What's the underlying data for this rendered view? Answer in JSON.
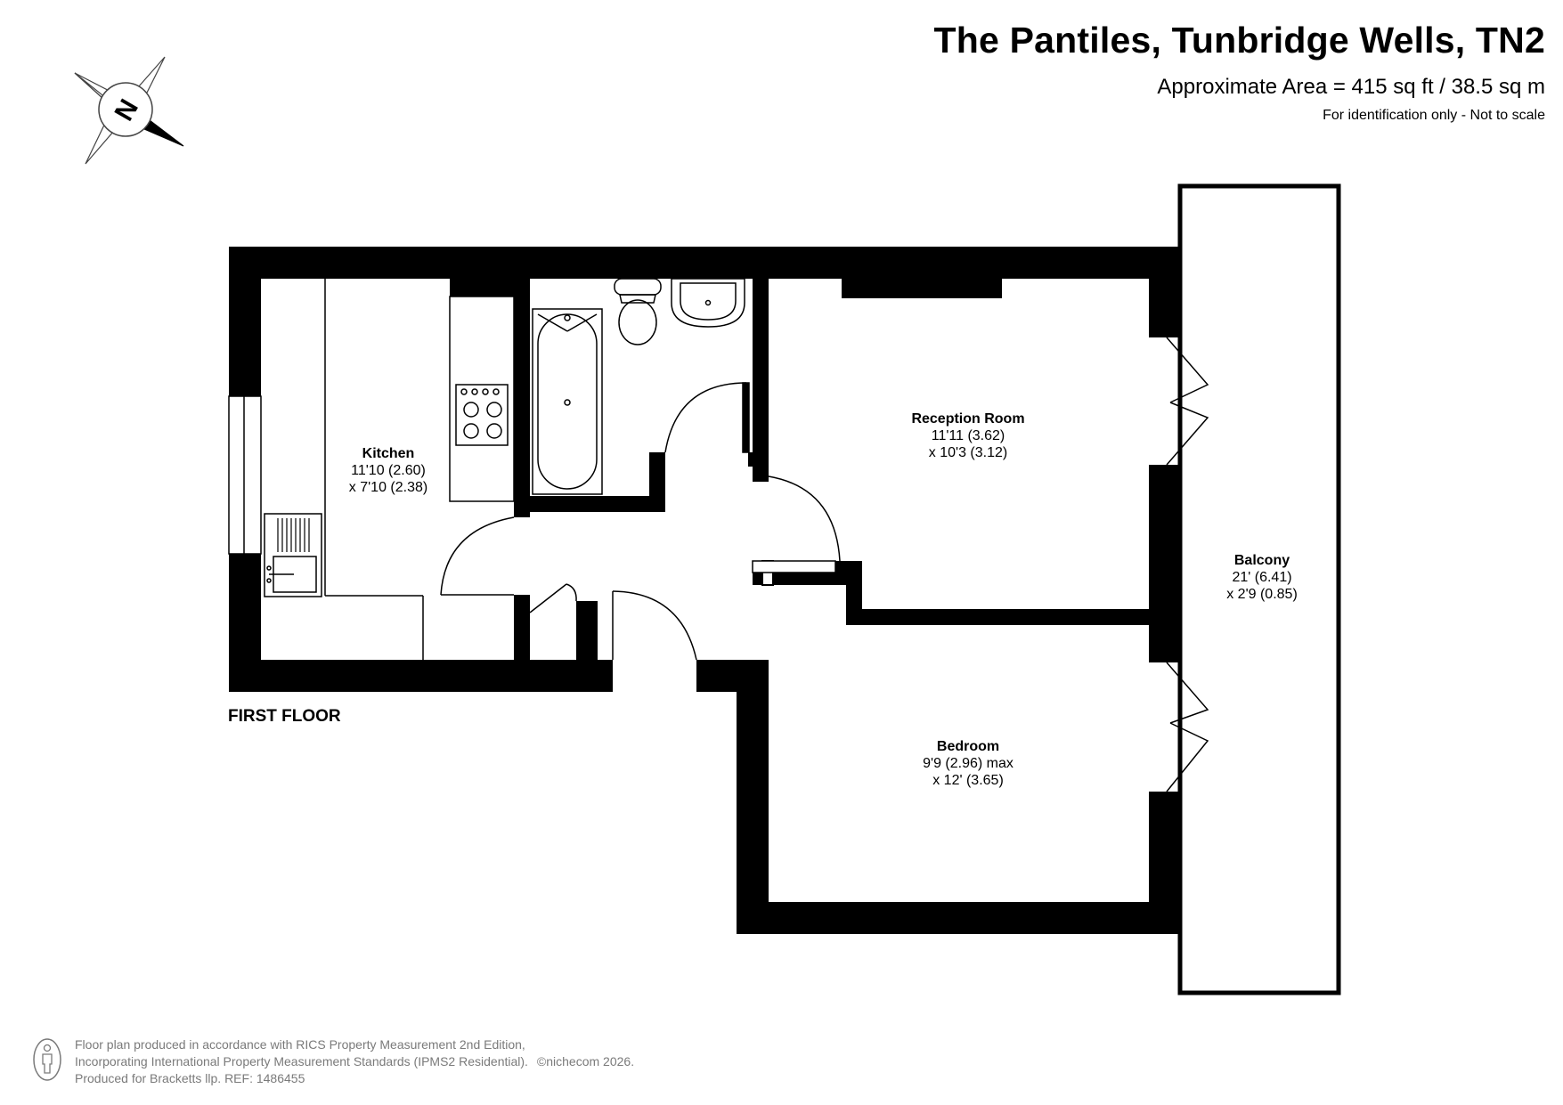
{
  "header": {
    "title": "The Pantiles, Tunbridge Wells, TN2",
    "area": "Approximate Area = 415 sq ft / 38.5 sq m",
    "note": "For identification only - Not to scale"
  },
  "compass": {
    "icon": "compass-north-icon",
    "letter": "N"
  },
  "floor_label": "FIRST FLOOR",
  "rooms": {
    "kitchen": {
      "name": "Kitchen",
      "line1": "11'10 (2.60)",
      "line2": "x 7'10 (2.38)"
    },
    "reception": {
      "name": "Reception Room",
      "line1": "11'11 (3.62)",
      "line2": "x 10'3 (3.12)"
    },
    "bedroom": {
      "name": "Bedroom",
      "line1": "9'9 (2.96) max",
      "line2": "x 12' (3.65)"
    },
    "balcony": {
      "name": "Balcony",
      "line1": "21' (6.41)",
      "line2": "x 2'9 (0.85)"
    }
  },
  "footer": {
    "line1": "Floor plan produced in accordance with RICS Property Measurement 2nd Edition,",
    "line2": "Incorporating International Property Measurement Standards (IPMS2 Residential).",
    "copyright": "©nichecom 2026.",
    "line3": "Produced for Bracketts llp.   REF:  1486455",
    "icon": "person-icon"
  },
  "colors": {
    "wall": "#000000",
    "footer_text": "#7a7a7a",
    "background": "#ffffff"
  }
}
